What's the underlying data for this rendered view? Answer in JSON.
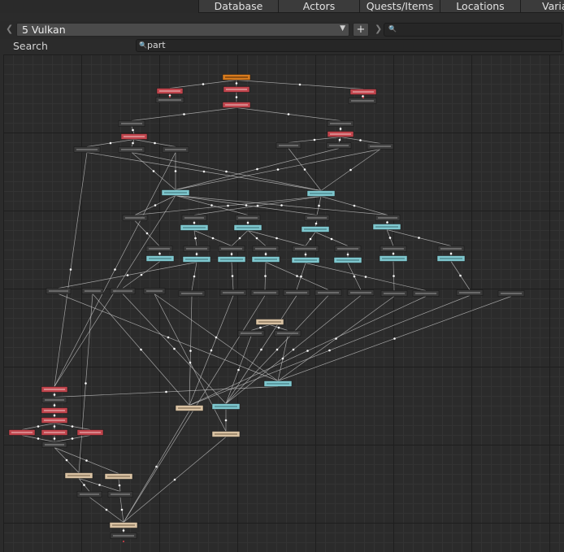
{
  "tabs": [
    "Database",
    "Actors",
    "Quests/Items",
    "Locations",
    "Varia"
  ],
  "conversation": {
    "selected": "5 Vulkan"
  },
  "toolbar": {
    "add_label": "+"
  },
  "search": {
    "label": "Search",
    "value": "part"
  },
  "icons": {
    "prev": "chevron-left-icon",
    "next": "chevron-right-icon",
    "dropdown": "caret-down-icon",
    "search": "magnifier-icon"
  },
  "colors": {
    "start": "#d67a1d",
    "npc": "#c0444c",
    "player": "#7ec6cd",
    "group": "#d8c1a2",
    "text_node": "#3c3c3c",
    "wire": "#c9c9c9",
    "canvas": "#2b2b2b"
  }
}
